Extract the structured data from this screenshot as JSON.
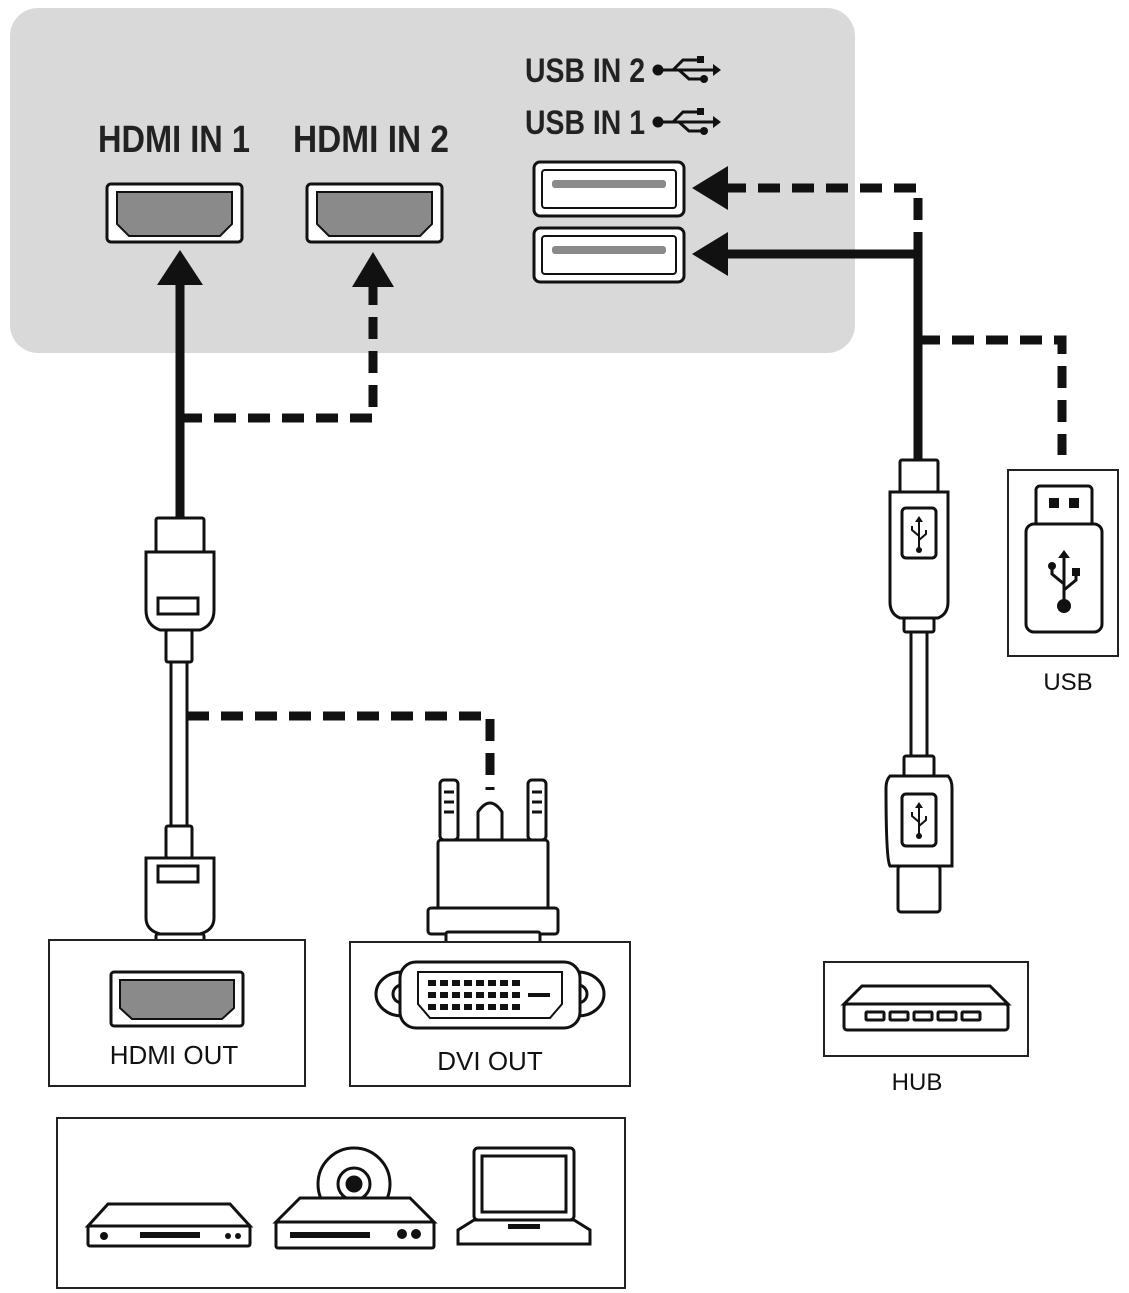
{
  "panel": {
    "hdmi_in_1_label": "HDMI IN 1",
    "hdmi_in_2_label": "HDMI IN 2",
    "usb_in_2_label": "USB IN 2",
    "usb_in_1_label": "USB IN 1"
  },
  "devices": {
    "hdmi_out_label": "HDMI OUT",
    "dvi_out_label": "DVI OUT",
    "usb_label": "USB",
    "hub_label": "HUB"
  },
  "icons": [
    "hdmi-port-icon",
    "usb-port-icon",
    "usb-symbol-icon",
    "hdmi-plug-icon",
    "dvi-plug-icon",
    "usb-plug-icon",
    "usb-flash-drive-icon",
    "usb-hub-icon",
    "dvd-player-icon",
    "disc-player-icon",
    "laptop-icon"
  ],
  "colors": {
    "panel_bg": "#d9d9d9",
    "line": "#111111",
    "port_fill": "#8a8a8a"
  }
}
